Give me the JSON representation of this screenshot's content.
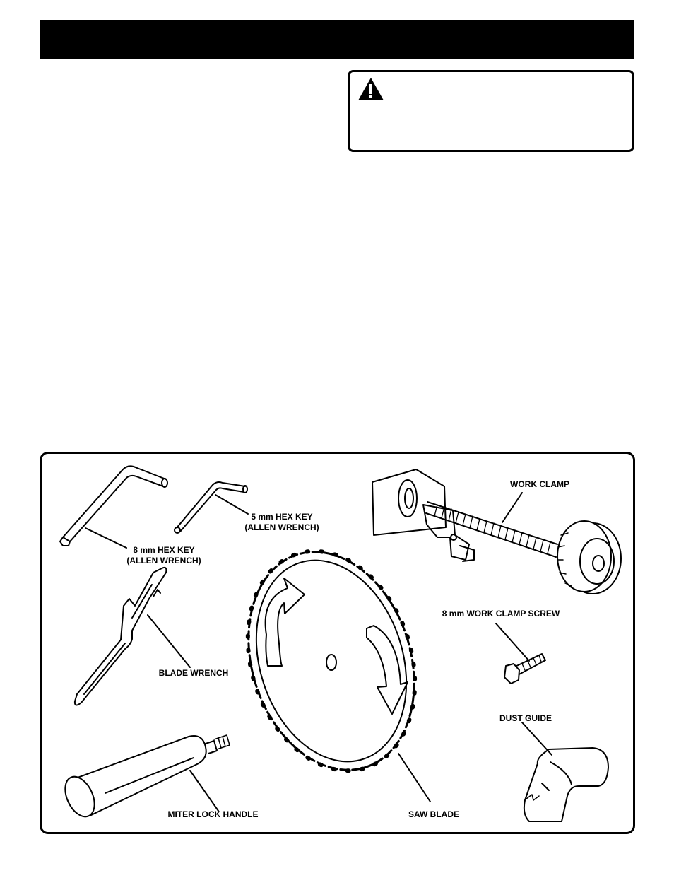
{
  "header": {
    "title": ""
  },
  "warning": {
    "icon": "warning-triangle-icon"
  },
  "figure": {
    "labels": {
      "hex_key_8mm_line1": "8 mm HEX KEY",
      "hex_key_8mm_line2": "(ALLEN WRENCH)",
      "hex_key_5mm_line1": "5 mm HEX KEY",
      "hex_key_5mm_line2": "(ALLEN WRENCH)",
      "work_clamp": "WORK CLAMP",
      "work_clamp_screw": "8 mm WORK CLAMP SCREW",
      "blade_wrench": "BLADE WRENCH",
      "dust_guide": "DUST GUIDE",
      "miter_lock_handle": "MITER LOCK HANDLE",
      "saw_blade": "SAW BLADE"
    }
  }
}
